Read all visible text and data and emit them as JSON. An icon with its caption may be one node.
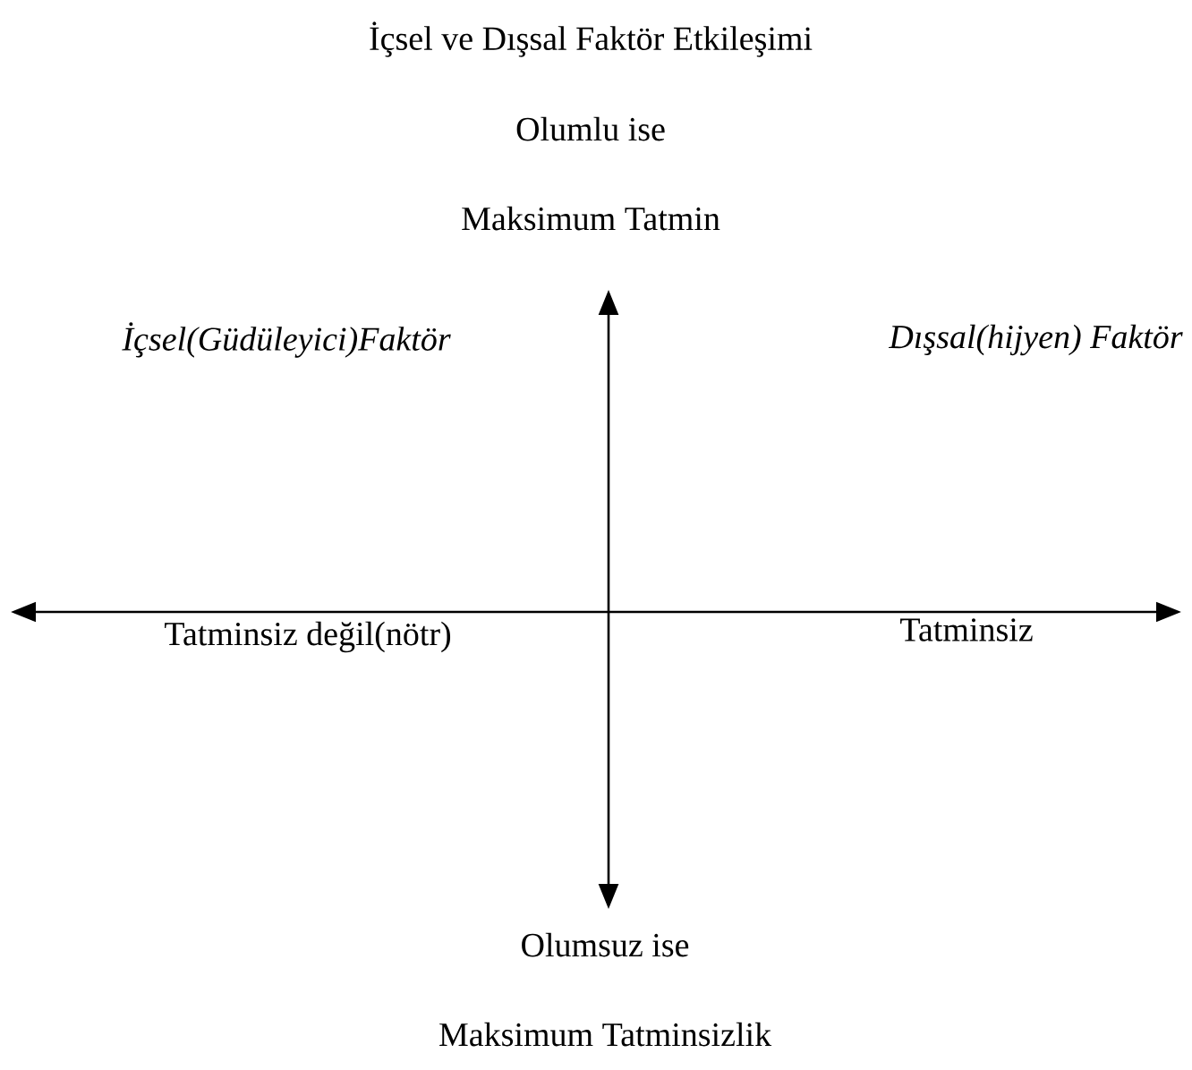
{
  "diagram": {
    "title": "İçsel ve Dışsal Faktör Etkileşimi",
    "labels": [
      "Olumlu ise",
      "Maksimum Tatmin",
      "İçsel(Güdüleyici)Faktör",
      "Dışsal(hijyen) Faktör",
      "Tatminsiz değil(nötr)",
      "Tatminsiz",
      "Olumsuz ise",
      "Maksimum Tatminsizlik"
    ]
  }
}
